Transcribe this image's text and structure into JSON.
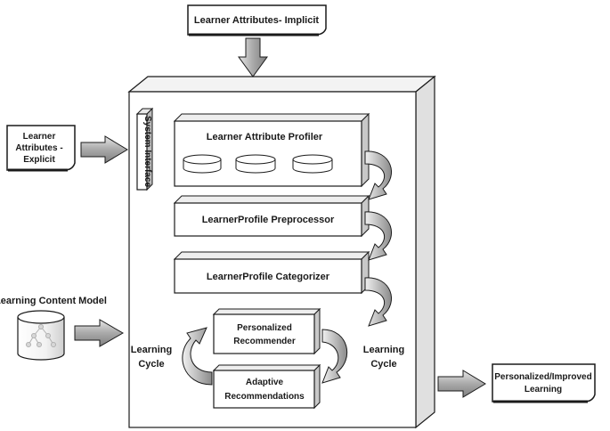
{
  "inputs": {
    "implicit": "Learner Attributes- Implicit",
    "explicit_line1": "Learner",
    "explicit_line2": "Attributes -",
    "explicit_line3": "Explicit",
    "content_model": "Learning Content Model"
  },
  "system": {
    "interface_label": "System Interface",
    "profiler": "Learner Attribute Profiler",
    "preprocessor": "LearnerProfile Preprocessor",
    "categorizer": "LearnerProfile Categorizer",
    "recommender_line1": "Personalized",
    "recommender_line2": "Recommender",
    "adaptive_line1": "Adaptive",
    "adaptive_line2": "Recommendations",
    "cycle_left_line1": "Learning",
    "cycle_left_line2": "Cycle",
    "cycle_right_line1": "Learning",
    "cycle_right_line2": "Cycle"
  },
  "output": {
    "line1": "Personalized/Improved",
    "line2": "Learning"
  },
  "colors": {
    "stroke": "#1a1a1a",
    "arrow_fill": "#b8b8b8",
    "box_shade": "#d9d9d9"
  }
}
